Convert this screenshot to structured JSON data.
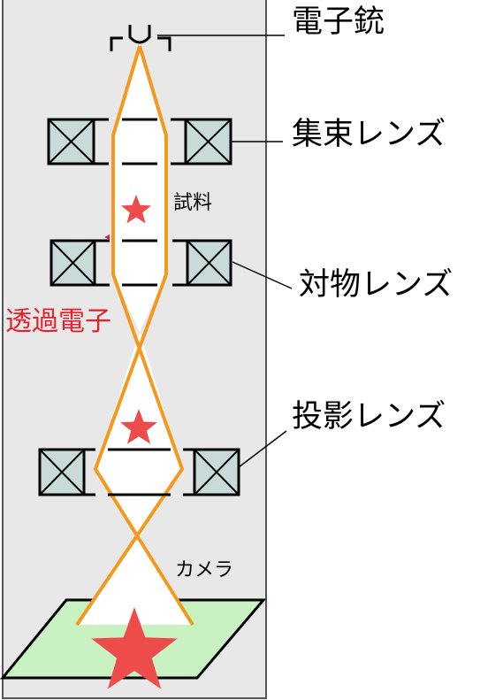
{
  "labels": {
    "electron_gun": "電子銃",
    "condenser_lens": "集束レンズ",
    "specimen": "試料",
    "objective_lens": "対物レンズ",
    "transmitted_electrons": "透過電子",
    "projector_lens": "投影レンズ",
    "camera": "カメラ"
  },
  "colors": {
    "column_fill": "#e8e8e8",
    "column_border": "#555555",
    "beam": "#f39a1e",
    "lens_fill": "#c9dbd8",
    "lens_border": "#000000",
    "star": "#ee4b4b",
    "screen": "#c9f2c2",
    "transmitted_label": "#e8202a",
    "arrow": "#d6186e"
  },
  "icons": {
    "lens_coil": "lens-coil-icon",
    "specimen_star": "star-icon",
    "image_star": "star-icon"
  }
}
